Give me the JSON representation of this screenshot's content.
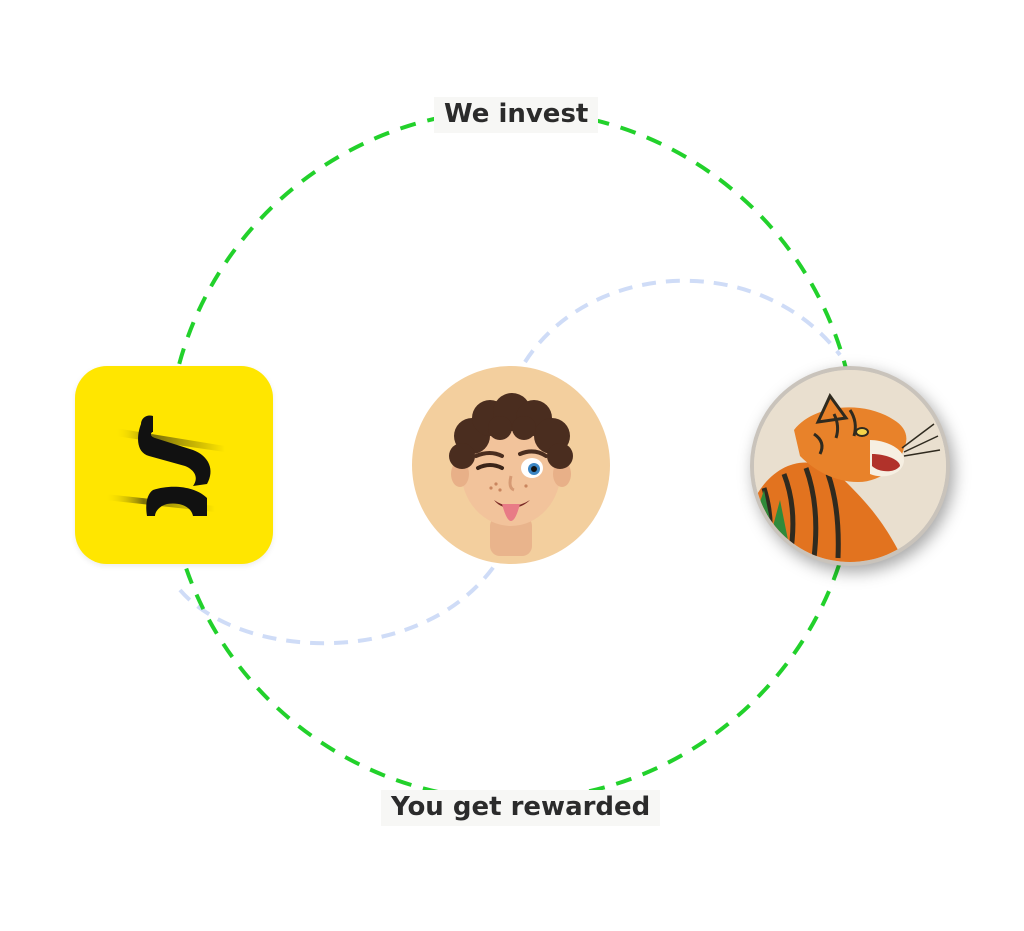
{
  "diagram": {
    "top_label": "We invest",
    "bottom_label": "You get rewarded"
  },
  "nodes": {
    "app": {
      "name": "app-logo",
      "color": "#ffe600"
    },
    "user": {
      "name": "user-avatar",
      "color": "#f3cf9e"
    },
    "asset": {
      "name": "tiger-coin",
      "color": "#e9dfcf"
    }
  },
  "colors": {
    "outer_loop": "#22d12b",
    "inner_loop": "#cfdcf7",
    "label_bg": "#f7f7f5",
    "label_text": "#2b2b2b"
  }
}
